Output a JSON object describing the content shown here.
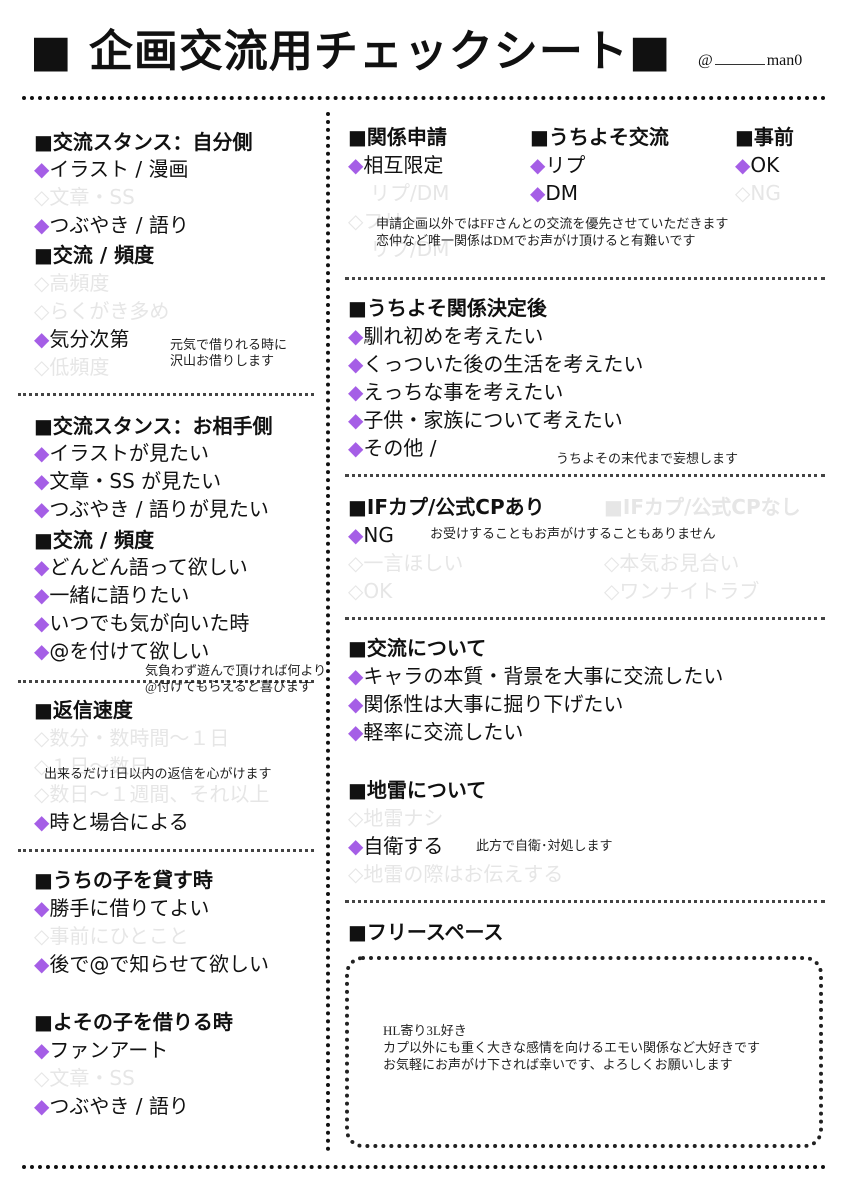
{
  "header": {
    "title": "■ 企画交流用チェックシート■",
    "handle_prefix": "@",
    "handle_suffix": "man0"
  },
  "marks": {
    "on": "◆",
    "off": "◇"
  },
  "colors": {
    "accent": "#a55ee6",
    "inactive": "#e6e6e6"
  },
  "left": {
    "stance_self": {
      "heading": "■交流スタンス：自分側",
      "items": [
        {
          "label": "イラスト / 漫画",
          "selected": true
        },
        {
          "label": "文章・SS",
          "selected": false
        },
        {
          "label": "つぶやき / 語り",
          "selected": true
        }
      ],
      "freq_heading": "■交流 / 頻度",
      "freq_items": [
        {
          "label": "高頻度",
          "selected": false
        },
        {
          "label": "らくがき多め",
          "selected": false
        },
        {
          "label": "気分次第",
          "selected": true
        },
        {
          "label": "低頻度",
          "selected": false
        }
      ],
      "note": "元気で借りれる時に\n沢山お借りします"
    },
    "stance_partner": {
      "heading": "■交流スタンス：お相手側",
      "items": [
        {
          "label": "イラストが見たい",
          "selected": true
        },
        {
          "label": "文章・SS が見たい",
          "selected": true
        },
        {
          "label": "つぶやき / 語りが見たい",
          "selected": true
        }
      ],
      "freq_heading": "■交流 / 頻度",
      "freq_items": [
        {
          "label": "どんどん語って欲しい",
          "selected": true
        },
        {
          "label": "一緒に語りたい",
          "selected": true
        },
        {
          "label": "いつでも気が向いた時",
          "selected": true
        },
        {
          "label": "@を付けて欲しい",
          "selected": true
        }
      ],
      "note": "気負わず遊んで頂ければ何より\n@付けてもらえると喜びます"
    },
    "reply": {
      "heading": "■返信速度",
      "items": [
        {
          "label": "数分・数時間～１日",
          "selected": false
        },
        {
          "label": "１日～数日",
          "selected": false
        },
        {
          "label": "数日～１週間、それ以上",
          "selected": false
        },
        {
          "label": "時と場合による",
          "selected": true
        }
      ],
      "note": "出来るだけ1日以内の返信を心がけます"
    },
    "lend": {
      "heading": "■うちの子を貸す時",
      "items": [
        {
          "label": "勝手に借りてよい",
          "selected": true
        },
        {
          "label": "事前にひとこと",
          "selected": false
        },
        {
          "label": "後で@で知らせて欲しい",
          "selected": true
        }
      ]
    },
    "borrow": {
      "heading": "■よその子を借りる時",
      "items": [
        {
          "label": "ファンアート",
          "selected": true
        },
        {
          "label": "文章・SS",
          "selected": false
        },
        {
          "label": "つぶやき / 語り",
          "selected": true
        }
      ]
    }
  },
  "right": {
    "relation_request": {
      "heading": "■関係申請",
      "items": [
        {
          "label": "相互限定",
          "selected": true
        },
        {
          "label": "リプ/DM",
          "selected": false
        },
        {
          "label": "フリー",
          "selected": false
        },
        {
          "label": "リプ/DM",
          "selected": false
        }
      ]
    },
    "uchiyoso": {
      "heading": "■うちよそ交流",
      "items": [
        {
          "label": "リプ",
          "selected": true
        },
        {
          "label": "DM",
          "selected": true
        }
      ]
    },
    "advance": {
      "heading": "■事前",
      "items": [
        {
          "label": "OK",
          "selected": true
        },
        {
          "label": "NG",
          "selected": false
        }
      ]
    },
    "relation_note": "申請企画以外ではFFさんとの交流を優先させていただきます\n恋仲など唯一関係はDMでお声がけ頂けると有難いです",
    "after_decided": {
      "heading": "■うちよそ関係決定後",
      "items": [
        {
          "label": "馴れ初めを考えたい",
          "selected": true
        },
        {
          "label": "くっついた後の生活を考えたい",
          "selected": true
        },
        {
          "label": "えっちな事を考えたい",
          "selected": true
        },
        {
          "label": "子供・家族について考えたい",
          "selected": true
        },
        {
          "label": "その他 /",
          "selected": true
        }
      ],
      "note": "うちよその末代まで妄想します"
    },
    "if_cp": {
      "heading_on": "■IFカプ/公式CPあり",
      "heading_off": "■IFカプ/公式CPなし",
      "items_left": [
        {
          "label": "NG",
          "selected": true
        },
        {
          "label": "一言ほしい",
          "selected": false
        },
        {
          "label": "OK",
          "selected": false
        }
      ],
      "items_right": [
        {
          "label": "本気お見合い",
          "selected": false
        },
        {
          "label": "ワンナイトラブ",
          "selected": false
        }
      ],
      "note": "お受けすることもお声がけすることもありません"
    },
    "about_exchange": {
      "heading": "■交流について",
      "items": [
        {
          "label": "キャラの本質・背景を大事に交流したい",
          "selected": true
        },
        {
          "label": "関係性は大事に掘り下げたい",
          "selected": true
        },
        {
          "label": "軽率に交流したい",
          "selected": true
        }
      ]
    },
    "landmine": {
      "heading": "■地雷について",
      "items": [
        {
          "label": "地雷ナシ",
          "selected": false
        },
        {
          "label": "自衛する",
          "selected": true
        },
        {
          "label": "地雷の際はお伝えする",
          "selected": false
        }
      ],
      "note": "此方で自衛･対処します"
    },
    "free_space": {
      "heading": "■フリースペース",
      "text": "HL寄り3L好き\nカプ以外にも重く大きな感情を向けるエモい関係など大好きです\nお気軽にお声がけ下されば幸いです、よろしくお願いします"
    }
  }
}
